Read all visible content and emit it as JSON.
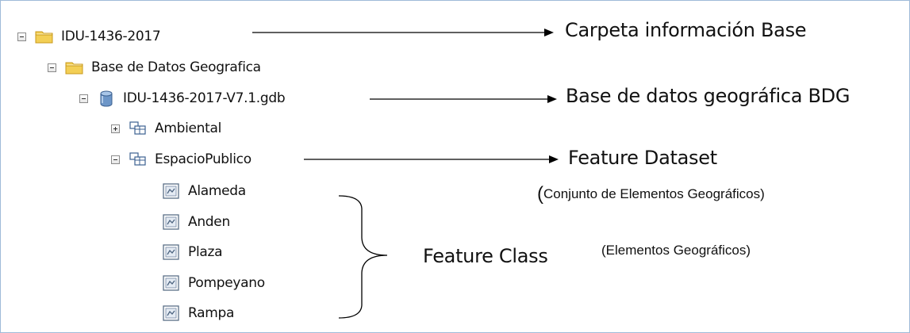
{
  "tree": {
    "root": {
      "label": "IDU-1436-2017",
      "icon": "folder-icon",
      "state": "expanded"
    },
    "base": {
      "label": "Base de Datos Geografica",
      "icon": "folder-icon",
      "state": "expanded"
    },
    "gdb": {
      "label": "IDU-1436-2017-V7.1.gdb",
      "icon": "geodatabase-icon",
      "state": "expanded"
    },
    "ambiental": {
      "label": "Ambiental",
      "icon": "feature-dataset-icon",
      "state": "collapsed"
    },
    "espacio": {
      "label": "EspacioPublico",
      "icon": "feature-dataset-icon",
      "state": "expanded"
    },
    "classes": [
      {
        "label": "Alameda",
        "icon": "feature-class-icon"
      },
      {
        "label": "Anden",
        "icon": "feature-class-icon"
      },
      {
        "label": "Plaza",
        "icon": "feature-class-icon"
      },
      {
        "label": "Pompeyano",
        "icon": "feature-class-icon"
      },
      {
        "label": "Rampa",
        "icon": "feature-class-icon"
      }
    ]
  },
  "annotations": {
    "carpeta": "Carpeta información Base",
    "bdg": "Base de datos geográfica BDG",
    "dataset": "Feature Dataset",
    "dataset_paren_open": "(",
    "dataset_note": "Conjunto de Elementos Geográficos)",
    "feature_class": "Feature Class",
    "feature_class_note": "(Elementos Geográficos)"
  },
  "colors": {
    "folder": "#f3cf55",
    "folder_edge": "#c89a1c",
    "gdb": "#5e88bc",
    "frame": "#9fbbd8",
    "line": "#000000"
  }
}
